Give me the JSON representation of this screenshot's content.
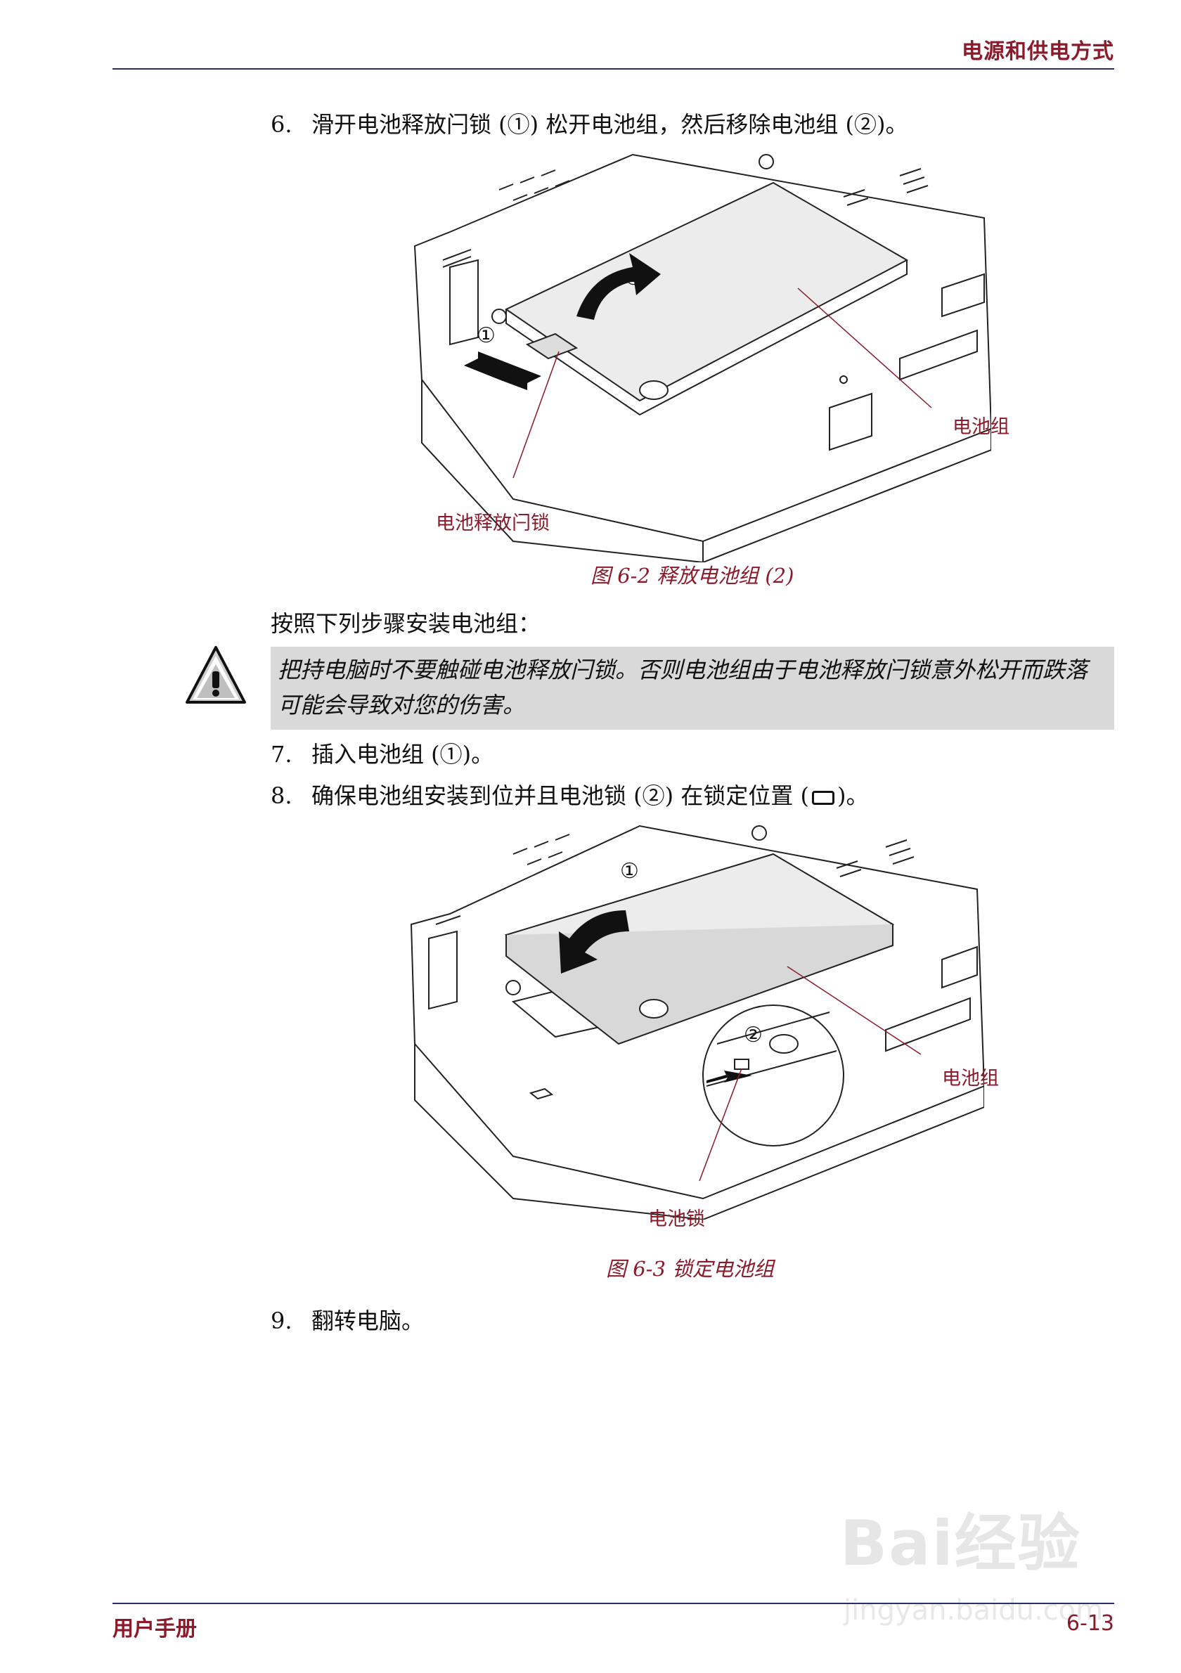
{
  "header": {
    "title": "电源和供电方式"
  },
  "steps": {
    "s6": {
      "num": "6.",
      "text": "滑开电池释放闩锁 (①) 松开电池组，然后移除电池组 (②)。"
    },
    "s7": {
      "num": "7.",
      "text": "插入电池组 (①)。"
    },
    "s8": {
      "num": "8.",
      "text_before": "确保电池组安装到位并且电池锁 (②) 在锁定位置 (",
      "text_after": ")。"
    },
    "s9": {
      "num": "9.",
      "text": "翻转电脑。"
    }
  },
  "figure1": {
    "caption": "图 6-2 释放电池组 (2)",
    "marker1": "①",
    "marker2": "②",
    "label_battery": "电池组",
    "label_latch": "电池释放闩锁"
  },
  "intro": "按照下列步骤安装电池组：",
  "warning": {
    "icon": "warning-triangle-icon",
    "text": "把持电脑时不要触碰电池释放闩锁。否则电池组由于电池释放闩锁意外松开而跌落可能会导致对您的伤害。"
  },
  "figure2": {
    "caption": "图 6-3 锁定电池组",
    "marker1": "①",
    "marker2": "②",
    "label_battery": "电池组",
    "label_lock": "电池锁"
  },
  "footer": {
    "left": "用户手册",
    "right": "6-13"
  },
  "watermark": {
    "brand": "Bai经验",
    "url": "jingyan.baidu.com"
  },
  "colors": {
    "accent": "#8b1a2b",
    "rule": "#2a2d6b",
    "warning_bg": "#d9d9d9"
  }
}
